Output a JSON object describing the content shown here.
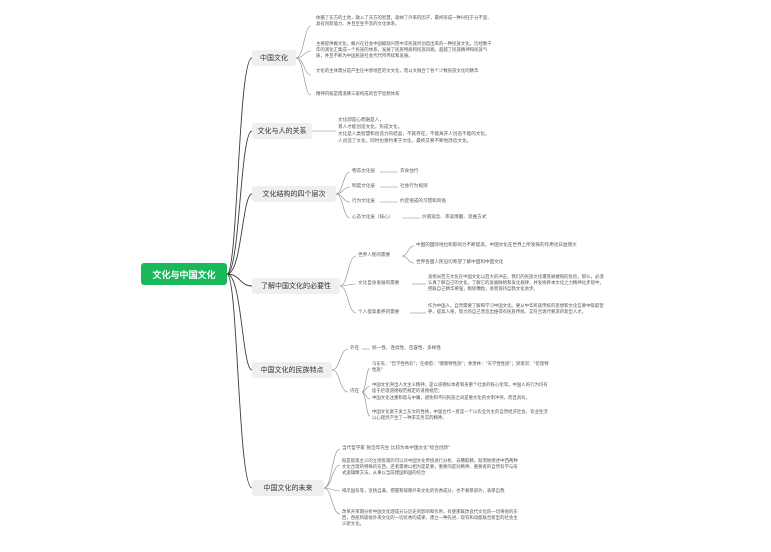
{
  "root": "文化与中国文化",
  "branches": {
    "b1": {
      "label": "中国文化",
      "p1": "依循了东方的土地，融入了东方的智慧，吸纳了外来的因子，最终形成一种兴旺于分不变、具有创新能力、并且至生不息的文化体系。",
      "p2": "主要提供概文化，概兴在社会中国概观兴而中华民族所创造出来的一种民族文化。历经数千年的演化汇集成一个民族的体系，发展了民族特质和民族风貌。超越了民族精神和民族气质，并且不断为中国民族社会代代所传续和发展。",
      "p3": "文化的主体需分是产生在中原地区的文文化，而以文融合了各个少数民族文化的精华",
      "p4": "精神内核是儒道佛三家构成的哲学思想体系"
    },
    "b2": {
      "label": "文化与人的关系",
      "t1": "文化即是心而融是人，",
      "t2": "育人才能创造文化，形成文化。",
      "t3": "文化是人类智慧和创造力的结晶，不就存在，不能离开人创造不能的文化。",
      "t4": "人创造了文化，同时也受约束于文化，最终又要不断地改造文化。"
    },
    "b3": {
      "label": "文化结构的四个层次",
      "layers": [
        {
          "name": "物态文化层",
          "desc": "衣食住行"
        },
        {
          "name": "制度文化层",
          "desc": "社会行为规则"
        },
        {
          "name": "行为文化层",
          "desc": "约定俗成的习惯和风俗"
        },
        {
          "name": "心态文化层（核心）",
          "desc": "价值观念、审美情趣、思维方式"
        }
      ]
    },
    "b4": {
      "label": "了解中国文化的必要性",
      "s1": "世界人民的需要",
      "s1a": "中国的国际地位和影响力不断提高，中国文化在世界上所发挥的作用也日益增大",
      "s1b": "世界各国人民迫切希望了解中国和中国文化",
      "s2": "文化自身发展的需要",
      "s2a": "发扬光西方文化在中国文化以后大的冲击，我们的民族文化遭受被摧毁的危险，那么，必须认真了解自己的文化，了解它的发展脉络和发化规律，并发扬养本文化之力精神化步现中，把联自己精华要强，剔除糟粕，进而保持自我文化进步。",
      "s3": "个人提高素养的需要",
      "s3a": "作为中国人，自然需要了解和学习中国文化。要从中华民族传统的思想和文化信要中吸取营养，提高人格，努力的自己营造出维得有民族传统、又符合现代要求的新型人才。"
    },
    "b5": {
      "label": "中国文化的民族特点",
      "s1": "外在",
      "s1a": "统一性、连续性、包容性、多样性",
      "s2": "内在",
      "s2a": "乌东先：\"哲学性色彩\"；任继愈：\"哪教特性族\"；季羡林：\"天学性性族\"；梁漱溟：\"伦理特性族\"",
      "s2b": "中国文化突出人文主义精神，是以道德标本者和身重个社会的核心伦常。中国人的行为均有居于伦理道德规范规定的道德规范；",
      "s2c": "中国文化注重和谐与中庸，避免和不同民族之间是重文化的文明冲突，而且具有。",
      "s2d": "中国文化富于发土东文的性格，中国古代一直是一个以农业为主的自然经济社会，农业生活以心理然产生了一种求实务实的精神。"
    },
    "b6": {
      "label": "中国文化的未来",
      "p1": "当代哲学家 张岱年先生 比较为本中国文化\"综合创新\"",
      "p2": "既是现现主义的立场客观的可以对中国文化传统进行分析、去糟取精，既而地继述中西两种文化合理的特殊的东西，还者需要以相为是是要，重要的是对精神、重要者的自然科学与形式逻辑精方法，从事以当前建国和国的综合",
      "p3": "揭示国有等，宣扬自满，把握和保障外来文化的优秀成分，也不要厚部外，表厚自我",
      "p4": "改革开革期分析中国文化理成分与历史的影响和作用，有使那联改良代文化的一切将他的东西，吞揽和吸收外来文化的一切优秀的成果，建立一种先进、现有和动能联合新型的社会主义新文化。"
    }
  }
}
